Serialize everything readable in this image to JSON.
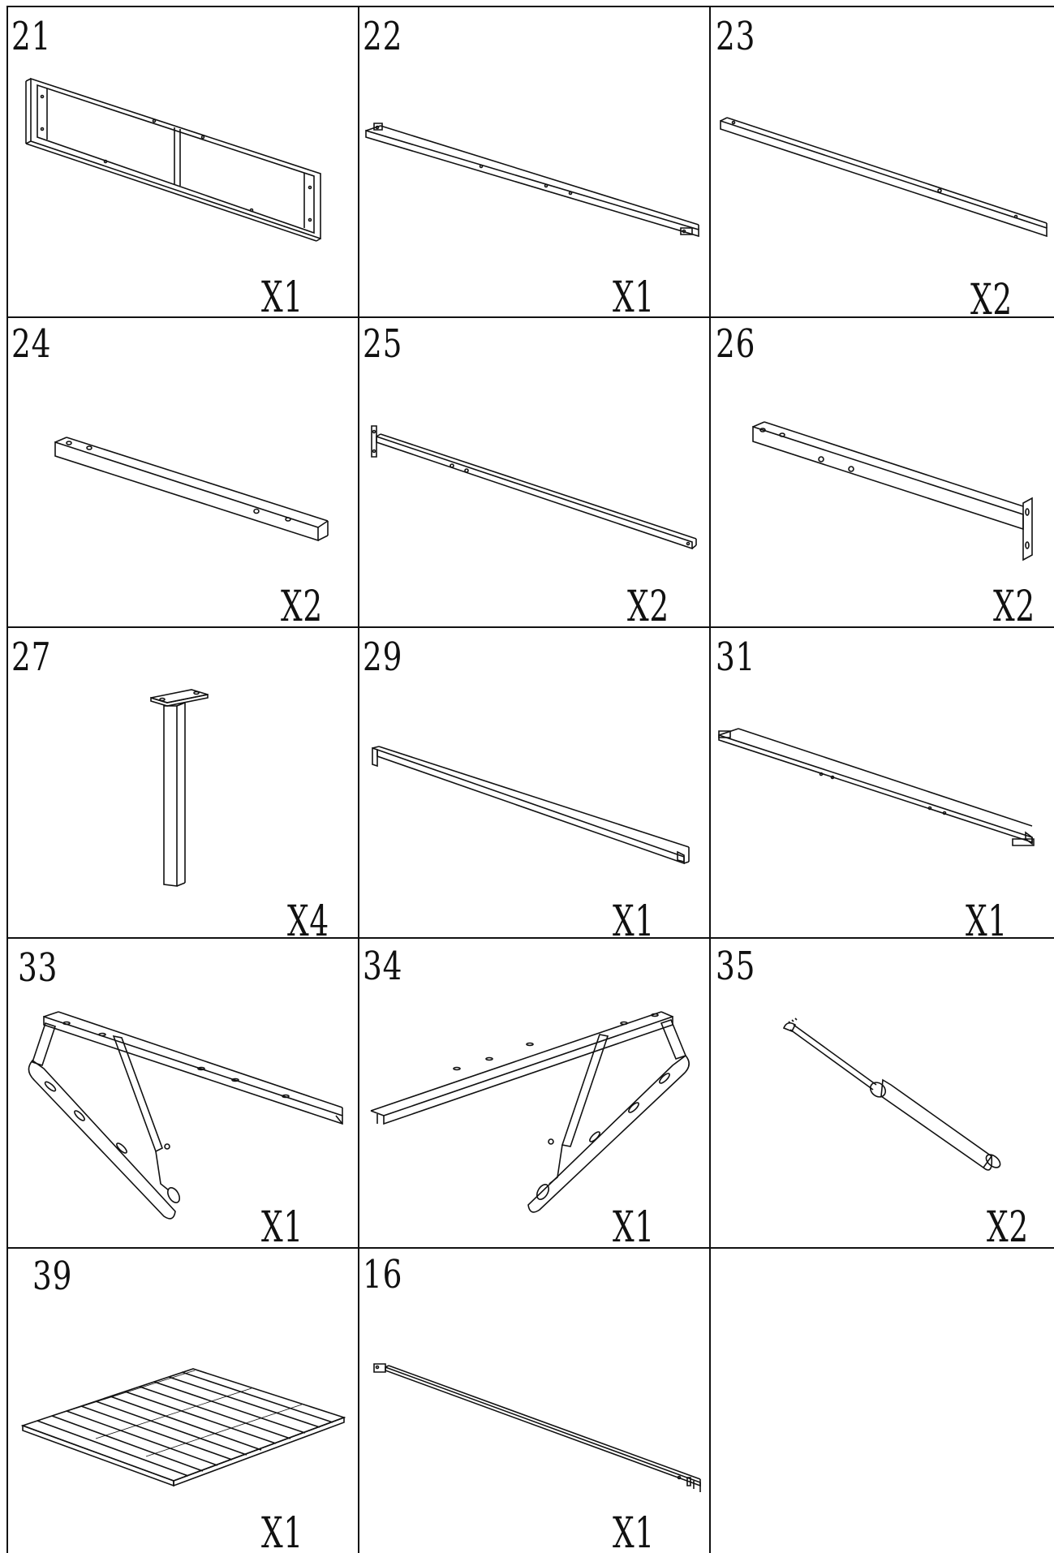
{
  "parts": [
    {
      "id": "21",
      "qty": "X1",
      "icon": "rectangular-frame-panel"
    },
    {
      "id": "22",
      "qty": "X1",
      "icon": "long-rail-with-brackets"
    },
    {
      "id": "23",
      "qty": "X2",
      "icon": "square-tube-bar"
    },
    {
      "id": "24",
      "qty": "X2",
      "icon": "thick-square-beam"
    },
    {
      "id": "25",
      "qty": "X2",
      "icon": "rail-with-end-plate"
    },
    {
      "id": "26",
      "qty": "X2",
      "icon": "beam-with-mounting-plate"
    },
    {
      "id": "27",
      "qty": "X4",
      "icon": "support-leg-with-top-plate"
    },
    {
      "id": "29",
      "qty": "X1",
      "icon": "angle-rail"
    },
    {
      "id": "31",
      "qty": "X1",
      "icon": "thin-rail-with-brackets"
    },
    {
      "id": "33",
      "qty": "X1",
      "icon": "left-lift-mechanism"
    },
    {
      "id": "34",
      "qty": "X1",
      "icon": "right-lift-mechanism"
    },
    {
      "id": "35",
      "qty": "X2",
      "icon": "gas-strut"
    },
    {
      "id": "39",
      "qty": "X1",
      "icon": "slatted-platform"
    },
    {
      "id": "16",
      "qty": "X1",
      "icon": "thin-rod-with-tabs"
    }
  ]
}
